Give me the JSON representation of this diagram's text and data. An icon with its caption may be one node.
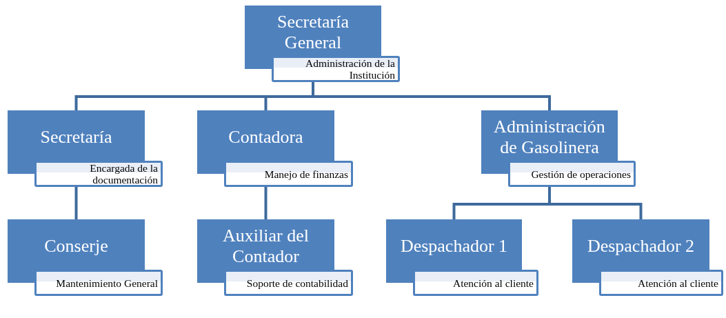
{
  "diagram": {
    "nodes": [
      {
        "text": [
          "Secretaría General",
          "Administración de la Institución"
        ]
      },
      {
        "text": [
          "Secretaría",
          "Encargada de la documentación"
        ]
      },
      {
        "text": [
          "Contadora",
          "Manejo de finanzas"
        ]
      },
      {
        "text": [
          "Administración de Gasolinera",
          "Gestión de operaciones"
        ]
      },
      {
        "text": [
          "Conserje",
          "Mantenimiento General"
        ]
      },
      {
        "text": [
          "Auxiliar del Contador",
          "Soporte de contabilidad"
        ]
      },
      {
        "text": [
          "Despachador 1",
          "Atención al cliente"
        ]
      },
      {
        "text": [
          "Despachador 2",
          "Atención al cliente"
        ]
      }
    ],
    "edges": [
      {
        "from": 0,
        "to": 1,
        "arrow": "none"
      },
      {
        "from": 0,
        "to": 2,
        "arrow": "none"
      },
      {
        "from": 0,
        "to": 3,
        "arrow": "none"
      },
      {
        "from": 1,
        "to": 4,
        "arrow": "none"
      },
      {
        "from": 2,
        "to": 5,
        "arrow": "none"
      },
      {
        "from": 3,
        "to": 6,
        "arrow": "none"
      },
      {
        "from": 3,
        "to": 7,
        "arrow": "none"
      }
    ]
  }
}
